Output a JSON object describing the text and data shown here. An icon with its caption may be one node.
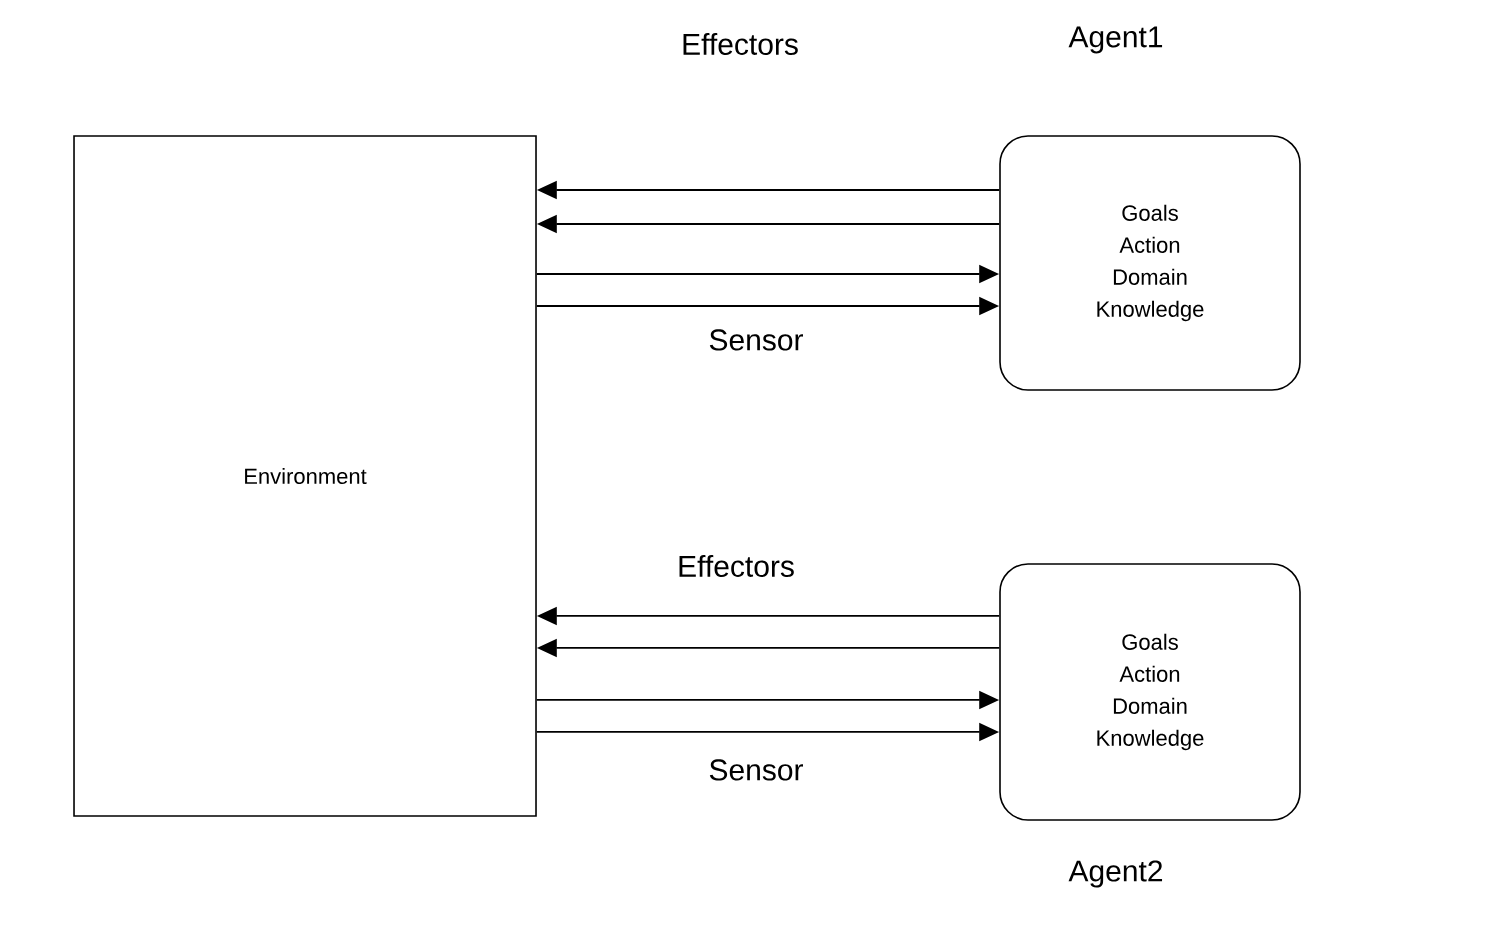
{
  "diagram": {
    "nodes": [
      {
        "text": [
          "Environment"
        ]
      },
      {
        "text": [
          "Agent1",
          "Goals",
          "Action",
          "Domain",
          "Knowledge"
        ]
      },
      {
        "text": [
          "Goals",
          "Action",
          "Domain",
          "Knowledge",
          "Agent2"
        ]
      }
    ],
    "edges": [
      {
        "from": 1,
        "to": 0,
        "arrow": "to",
        "label": "Effectors"
      },
      {
        "from": 1,
        "to": 0,
        "arrow": "to"
      },
      {
        "from": 0,
        "to": 1,
        "arrow": "to"
      },
      {
        "from": 0,
        "to": 1,
        "arrow": "to",
        "label": "Sensor"
      },
      {
        "from": 2,
        "to": 0,
        "arrow": "to",
        "label": "Effectors"
      },
      {
        "from": 2,
        "to": 0,
        "arrow": "to"
      },
      {
        "from": 0,
        "to": 2,
        "arrow": "to"
      },
      {
        "from": 0,
        "to": 2,
        "arrow": "to",
        "label": "Sensor"
      }
    ]
  }
}
